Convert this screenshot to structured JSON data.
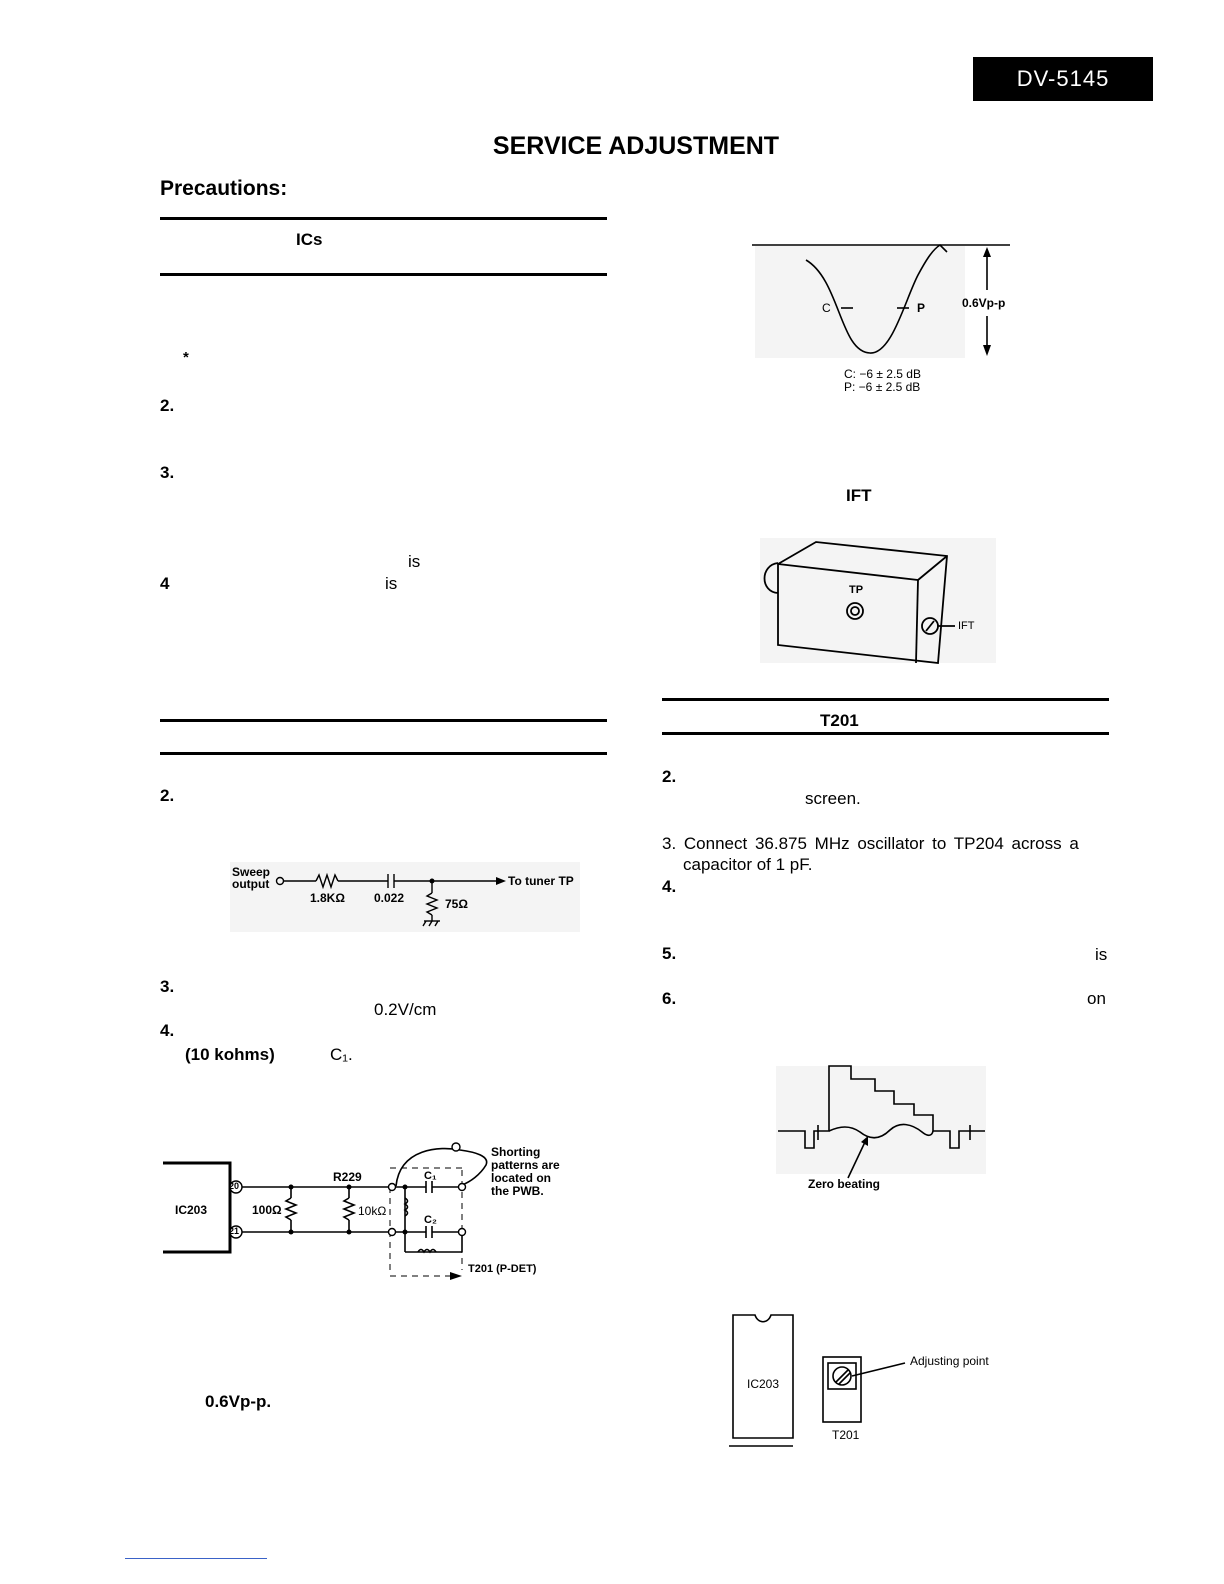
{
  "header": {
    "model": "DV-5145",
    "title": "SERVICE ADJUSTMENT",
    "precautions": "Precautions:"
  },
  "left": {
    "section1_heading": "ICs",
    "asterisk": "*",
    "step2": "2.",
    "step3": "3.",
    "step3_is": "is",
    "step4": "4",
    "step4_is": "is",
    "section2_step2": "2.",
    "section2_step3": "3.",
    "section2_step3_value": "0.2V/cm",
    "section2_step4": "4.",
    "section2_step4_text1": "(10 kohms)",
    "section2_step4_text2": "C₁.",
    "bottom_value": "0.6Vp-p."
  },
  "sweep_circuit": {
    "input": "Sweep\noutput",
    "r1": "1.8KΩ",
    "c1": "0.022",
    "r2": "75Ω",
    "output": "To tuner TP"
  },
  "ic_circuit": {
    "ic": "IC203",
    "pin_top": "20",
    "pin_bottom": "21",
    "r_100": "100Ω",
    "r229": "R229",
    "r_10k": "10kΩ",
    "c1": "C₁",
    "c2": "C₂",
    "note": "Shorting\npatterns are\nlocated on\nthe PWB.",
    "t201": "T201 (P-DET)"
  },
  "waveform1": {
    "label_c": "C",
    "label_p": "P",
    "amplitude": "0.6Vp-p",
    "spec_c": "C: −6 ± 2.5 dB",
    "spec_p": "P: −6 ± 2.5 dB"
  },
  "right": {
    "ift_heading": "IFT",
    "tp_label": "TP",
    "ift_label": "IFT",
    "section_heading": "T201",
    "step2": "2.",
    "step2_text": "screen.",
    "step3_line1": "3. Connect 36.875 MHz oscillator to TP204 across a",
    "step3_line2": "capacitor of 1 pF.",
    "step4": "4.",
    "step5": "5.",
    "step5_is": "is",
    "step6": "6.",
    "step6_on": "on",
    "zero_beating": "Zero beating",
    "ic203": "IC203",
    "t201": "T201",
    "adjusting_point": "Adjusting point"
  }
}
